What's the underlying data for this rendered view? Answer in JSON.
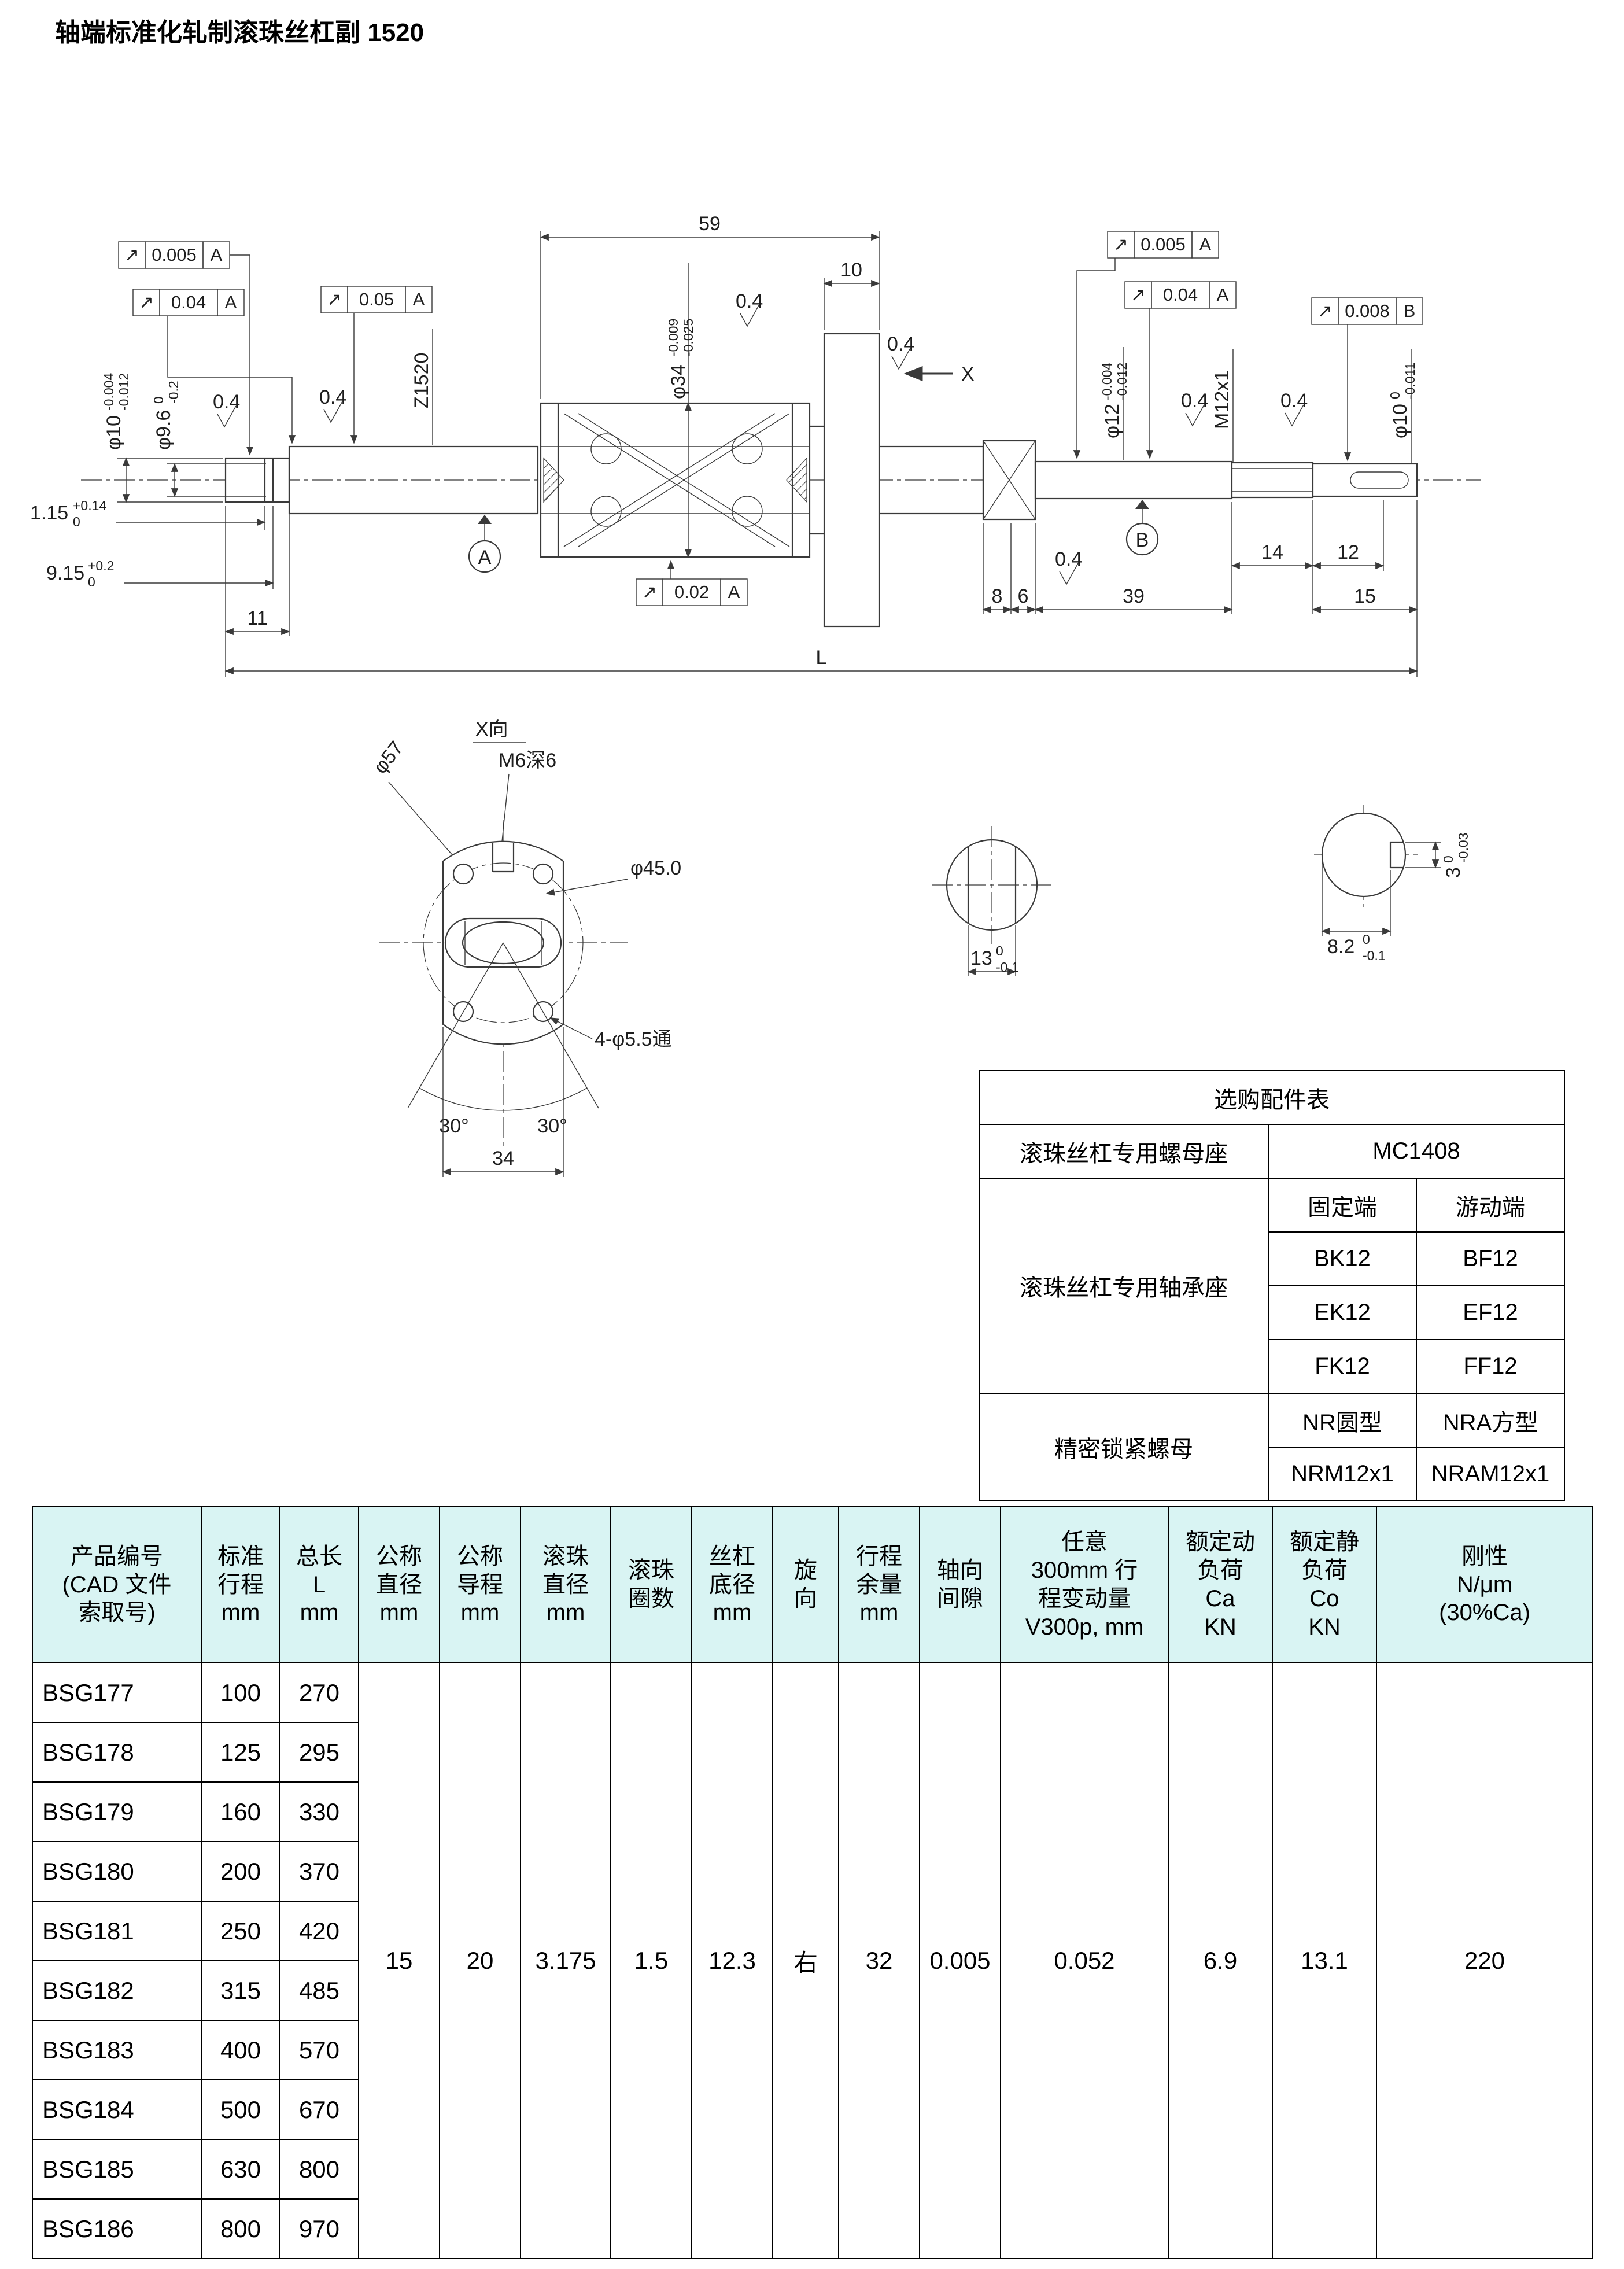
{
  "page": {
    "title": "轴端标准化轧制滚珠丝杠副 1520"
  },
  "colors": {
    "table_header_bg": "#d9f4f3",
    "line": "#3a3a3a"
  },
  "drawing": {
    "gdt_symbol": "↗",
    "gdt_frames": [
      {
        "value": "0.005",
        "datum": "A"
      },
      {
        "value": "0.04",
        "datum": "A"
      },
      {
        "value": "0.05",
        "datum": "A"
      },
      {
        "value": "0.02",
        "datum": "A"
      },
      {
        "value": "0.005",
        "datum": "A"
      },
      {
        "value": "0.04",
        "datum": "A"
      },
      {
        "value": "0.008",
        "datum": "B"
      }
    ],
    "datum_a": "A",
    "datum_b": "B",
    "roughness": "0.4",
    "view_arrow_label": "X",
    "dims": {
      "nut_length": "59",
      "flange_thickness": "10",
      "left_journal_length": "11",
      "dim8": "8",
      "dim6": "6",
      "dim39": "39",
      "dim15": "15",
      "dim14": "14",
      "dim12": "12",
      "total_length": "L"
    },
    "tol_dims": {
      "groove_width": {
        "base": "1.15",
        "upper": "+0.14",
        "lower": "0"
      },
      "groove_pos": {
        "base": "9.15",
        "upper": "+0.2",
        "lower": "0"
      },
      "left_journal_dia": {
        "base": "φ10",
        "upper": "-0.004",
        "lower": "-0.012"
      },
      "groove_dia": {
        "base": "φ9.6",
        "upper": "0",
        "lower": "-0.2"
      },
      "nut_pilot_dia": {
        "base": "φ34",
        "upper": "-0.009",
        "lower": "-0.025"
      },
      "bearing_journal_dia": {
        "base": "φ12",
        "upper": "-0.004",
        "lower": "-0.012"
      },
      "end_journal_dia": {
        "base": "φ10",
        "upper": "0",
        "lower": "-0.011"
      },
      "root_width": {
        "base": "13",
        "upper": "0",
        "lower": "-0.1"
      },
      "key_depth": {
        "base": "8.2",
        "upper": "0",
        "lower": "-0.1"
      },
      "key_width": {
        "base": "3",
        "upper": "0",
        "lower": "-0.03"
      }
    },
    "labels": {
      "screw_code": "Z1520",
      "thread": "M12x1"
    },
    "flange_view": {
      "title": "X向",
      "outer_dia": "φ57",
      "tap": "M6深6",
      "bolt_circle_dia": "φ45.0",
      "holes": "4-φ5.5通",
      "angle_left": "30°",
      "angle_right": "30°",
      "across_flats": "34"
    }
  },
  "accessory_table": {
    "title": "选购配件表",
    "nut_housing_label": "滚珠丝杠专用螺母座",
    "nut_housing_value": "MC1408",
    "bearing_label": "滚珠丝杠专用轴承座",
    "fixed_end": "固定端",
    "float_end": "游动端",
    "bearing_rows": [
      [
        "BK12",
        "BF12"
      ],
      [
        "EK12",
        "EF12"
      ],
      [
        "FK12",
        "FF12"
      ]
    ],
    "locknut_label": "精密锁紧螺母",
    "locknut_rows": [
      [
        "NR圆型",
        "NRA方型"
      ],
      [
        "NRM12x1",
        "NRAM12x1"
      ]
    ]
  },
  "product_table": {
    "headers": [
      "产品编号\n(CAD 文件\n索取号)",
      "标准\n行程\nmm",
      "总长\nL\nmm",
      "公称\n直径\nmm",
      "公称\n导程\nmm",
      "滚珠\n直径\nmm",
      "滚珠\n圈数",
      "丝杠\n底径\nmm",
      "旋\n向",
      "行程\n余量\nmm",
      "轴向\n间隙",
      "任意\n300mm 行\n程变动量\nV300p, mm",
      "额定动\n负荷\nCa\nKN",
      "额定静\n负荷\nCo\nKN",
      "刚性\nN/μm\n(30%Ca)"
    ],
    "rows": [
      {
        "code": "BSG177",
        "stroke": "100",
        "length": "270"
      },
      {
        "code": "BSG178",
        "stroke": "125",
        "length": "295"
      },
      {
        "code": "BSG179",
        "stroke": "160",
        "length": "330"
      },
      {
        "code": "BSG180",
        "stroke": "200",
        "length": "370"
      },
      {
        "code": "BSG181",
        "stroke": "250",
        "length": "420"
      },
      {
        "code": "BSG182",
        "stroke": "315",
        "length": "485"
      },
      {
        "code": "BSG183",
        "stroke": "400",
        "length": "570"
      },
      {
        "code": "BSG184",
        "stroke": "500",
        "length": "670"
      },
      {
        "code": "BSG185",
        "stroke": "630",
        "length": "800"
      },
      {
        "code": "BSG186",
        "stroke": "800",
        "length": "970"
      }
    ],
    "shared": {
      "dn": "15",
      "lead": "20",
      "ball_dia": "3.175",
      "circuits": "1.5",
      "root_dia": "12.3",
      "hand": "右",
      "stroke_margin": "32",
      "axial_play": "0.005",
      "v300p": "0.052",
      "ca": "6.9",
      "co": "13.1",
      "rigidity": "220"
    }
  }
}
